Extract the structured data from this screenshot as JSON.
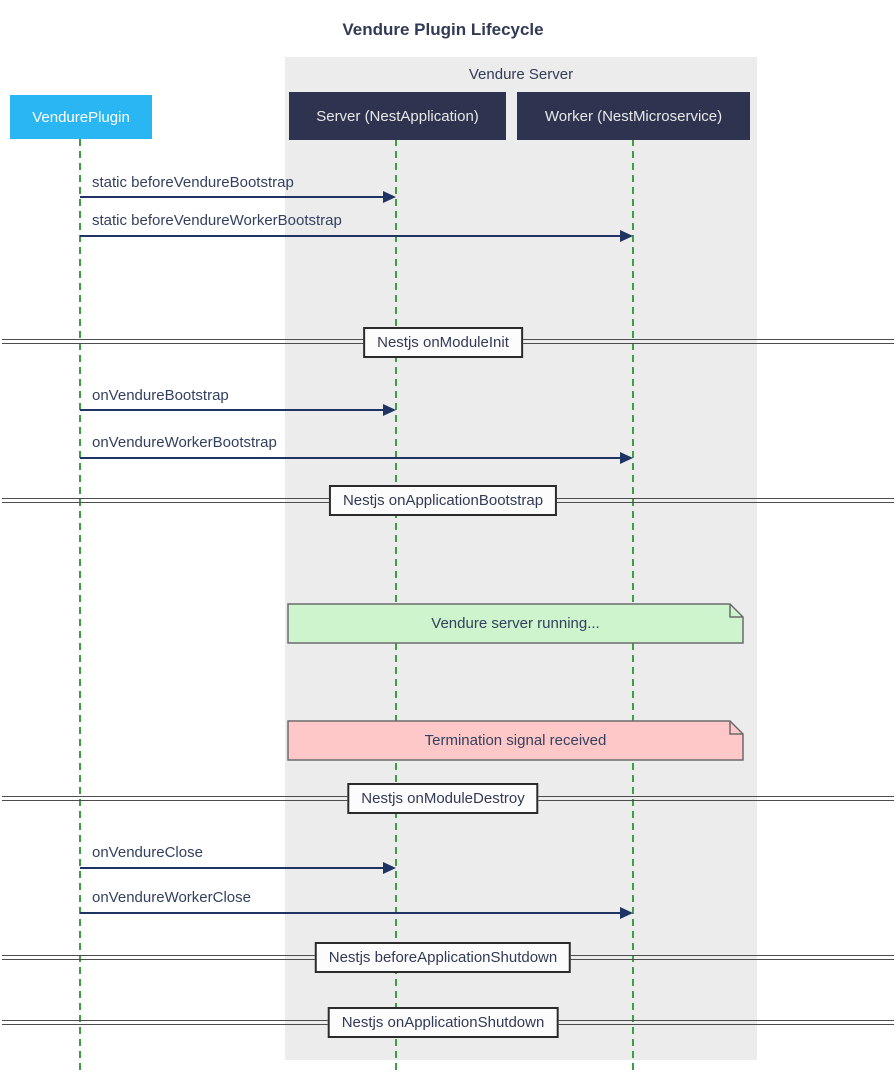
{
  "title": "Vendure Plugin Lifecycle",
  "diagram_type": "sequence",
  "colors": {
    "plugin_participant_fill": "#29b6f2",
    "server_participant_fill": "#2e3450",
    "participant_text": "#e8e8e8",
    "group_background": "#ececec",
    "lifeline_green": "#3f9e44",
    "arrow_navy": "#1f3462",
    "label_text": "#33405f",
    "note_success_fill": "#cdf4cd",
    "note_danger_fill": "#ffc8c8",
    "note_border": "#6b6b6b",
    "divider_line": "#4d4d4d"
  },
  "participants": {
    "plugin": {
      "label": "VendurePlugin"
    },
    "group": {
      "label": "Vendure Server"
    },
    "server": {
      "label": "Server (NestApplication)"
    },
    "worker": {
      "label": "Worker (NestMicroservice)"
    }
  },
  "messages": [
    {
      "label": "static beforeVendureBootstrap",
      "from": "VendurePlugin",
      "to": "Server (NestApplication)"
    },
    {
      "label": "static beforeVendureWorkerBootstrap",
      "from": "VendurePlugin",
      "to": "Worker (NestMicroservice)"
    },
    {
      "label": "onVendureBootstrap",
      "from": "VendurePlugin",
      "to": "Server (NestApplication)"
    },
    {
      "label": "onVendureWorkerBootstrap",
      "from": "VendurePlugin",
      "to": "Worker (NestMicroservice)"
    },
    {
      "label": "onVendureClose",
      "from": "VendurePlugin",
      "to": "Server (NestApplication)"
    },
    {
      "label": "onVendureWorkerClose",
      "from": "VendurePlugin",
      "to": "Worker (NestMicroservice)"
    }
  ],
  "dividers": [
    {
      "label": "Nestjs onModuleInit"
    },
    {
      "label": "Nestjs onApplicationBootstrap"
    },
    {
      "label": "Nestjs onModuleDestroy"
    },
    {
      "label": "Nestjs beforeApplicationShutdown"
    },
    {
      "label": "Nestjs onApplicationShutdown"
    }
  ],
  "notes": [
    {
      "label": "Vendure server running...",
      "type": "success"
    },
    {
      "label": "Termination signal received",
      "type": "danger"
    }
  ]
}
